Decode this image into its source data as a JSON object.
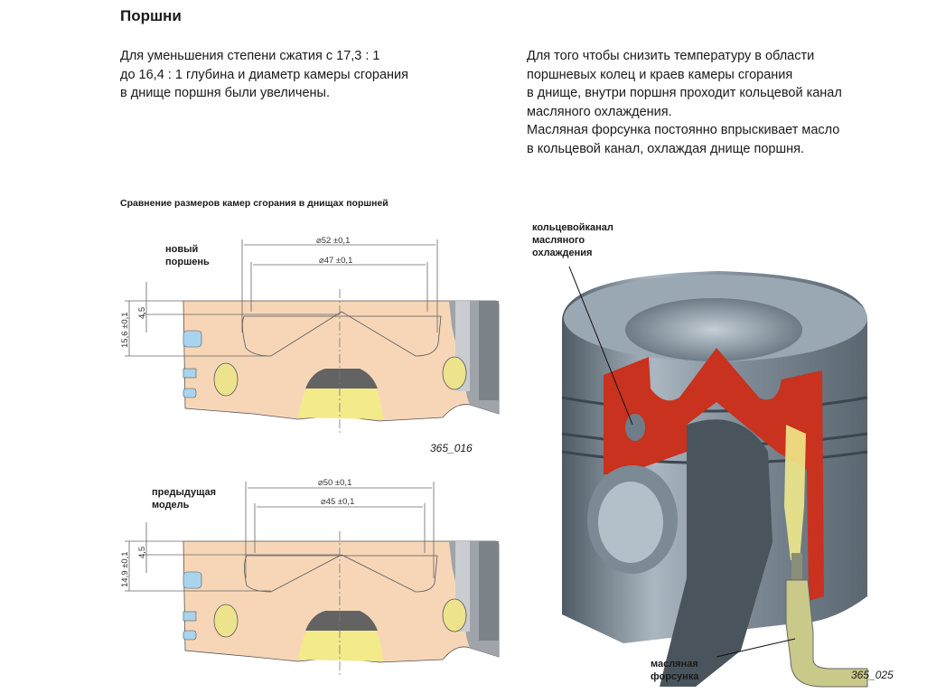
{
  "page": {
    "title": "Поршни",
    "left_paragraph": "Для уменьшения степени сжатия с 17,3 : 1\nдо 16,4 : 1 глубина и диаметр камеры сгорания\nв днище поршня были увеличены.",
    "right_paragraph": "Для того чтобы снизить температуру в области\nпоршневых колец и краев камеры сгорания\nв днище, внутри поршня проходит кольцевой канал\nмасляного охлаждения.\nМасляная форсунка постоянно впрыскивает масло\nв кольцевой канал, охлаждая днище поршня."
  },
  "comparison": {
    "title": "Сравнение размеров камер сгорания в днищах поршней",
    "new_piston": {
      "label": "новый\nпоршень",
      "outer_diameter": "⌀52 ±0,1",
      "inner_diameter": "⌀47 ±0,1",
      "depth_label": "4,5",
      "height_label": "15,6 ±0,1",
      "figure_code": "365_016"
    },
    "previous_model": {
      "label": "предыдущая\nмодель",
      "outer_diameter": "⌀50 ±0,1",
      "inner_diameter": "⌀45 ±0,1",
      "depth_label": "4,5",
      "height_label": "14,9 ±0,1"
    }
  },
  "cutaway": {
    "channel_label": "кольцевойканал\nмасляного\nохлаждения",
    "nozzle_label": "масляная\nфорсунка",
    "figure_code": "365_025"
  },
  "colors": {
    "piston_fill": "#f7d6b8",
    "section_red": "#c8321e",
    "oil_yellow": "#f3ea8a",
    "metal_gray": "#8a99a6"
  }
}
